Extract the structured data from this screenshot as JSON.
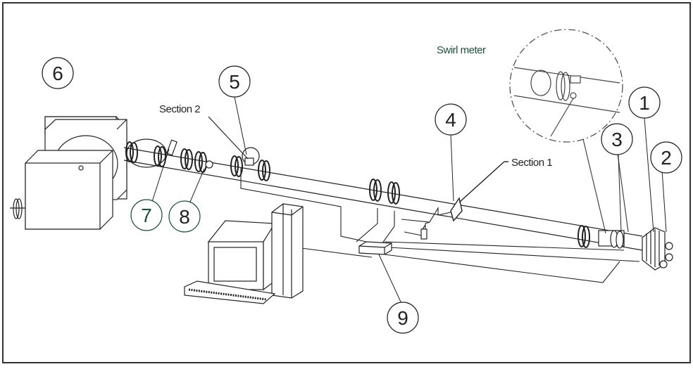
{
  "labels": {
    "swirl_meter": "Swirl meter",
    "section1": "Section 1",
    "section2": "Section 2"
  },
  "callouts": {
    "c1": "1",
    "c2": "2",
    "c3": "3",
    "c4": "4",
    "c5": "5",
    "c6": "6",
    "c7": "7",
    "c8": "8",
    "c9": "9"
  },
  "colors": {
    "line": "#222222",
    "accent_green": "#1f4f3f"
  }
}
